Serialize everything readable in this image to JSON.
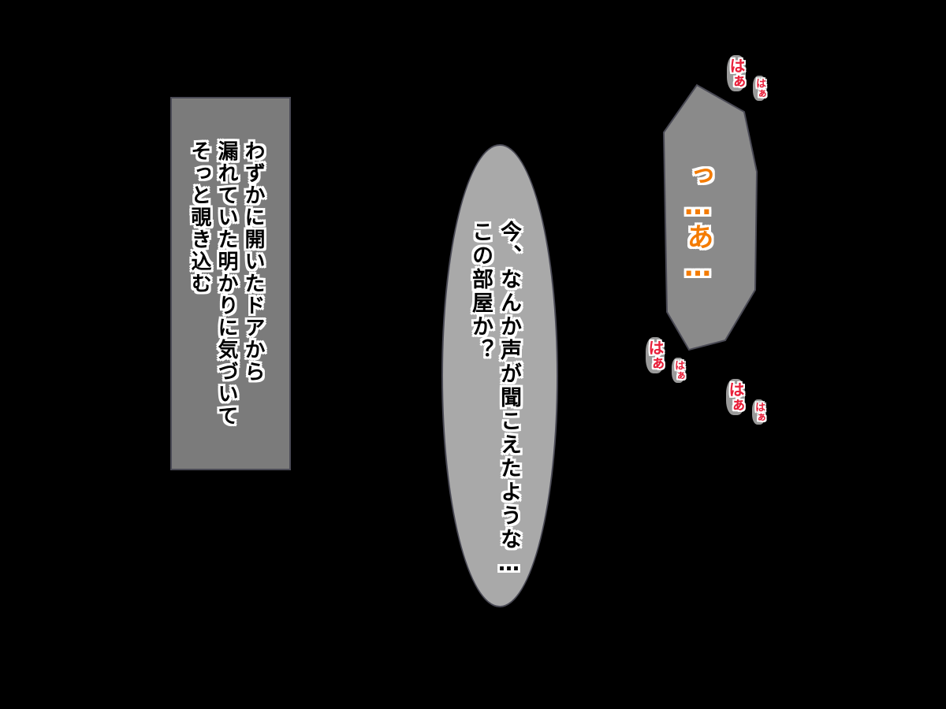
{
  "narration": {
    "lines": [
      "わずかに開いたドアから",
      "漏れていた明かりに気づいて",
      "そっと覗き込む"
    ]
  },
  "speech": {
    "lines": [
      "今、なんか声が聞こえたような…",
      "この部屋か？"
    ]
  },
  "moan": {
    "text": "っ…あ…",
    "color": "#f47b00"
  },
  "breath_sfx": {
    "large": "はぁ",
    "small": "はぁ",
    "color": "#e8203a"
  },
  "colors": {
    "background": "#000000",
    "narration_box": "#7b7b7b",
    "speech_bubble": "#a9a9a9",
    "moan_bubble": "#8a8a8a"
  }
}
